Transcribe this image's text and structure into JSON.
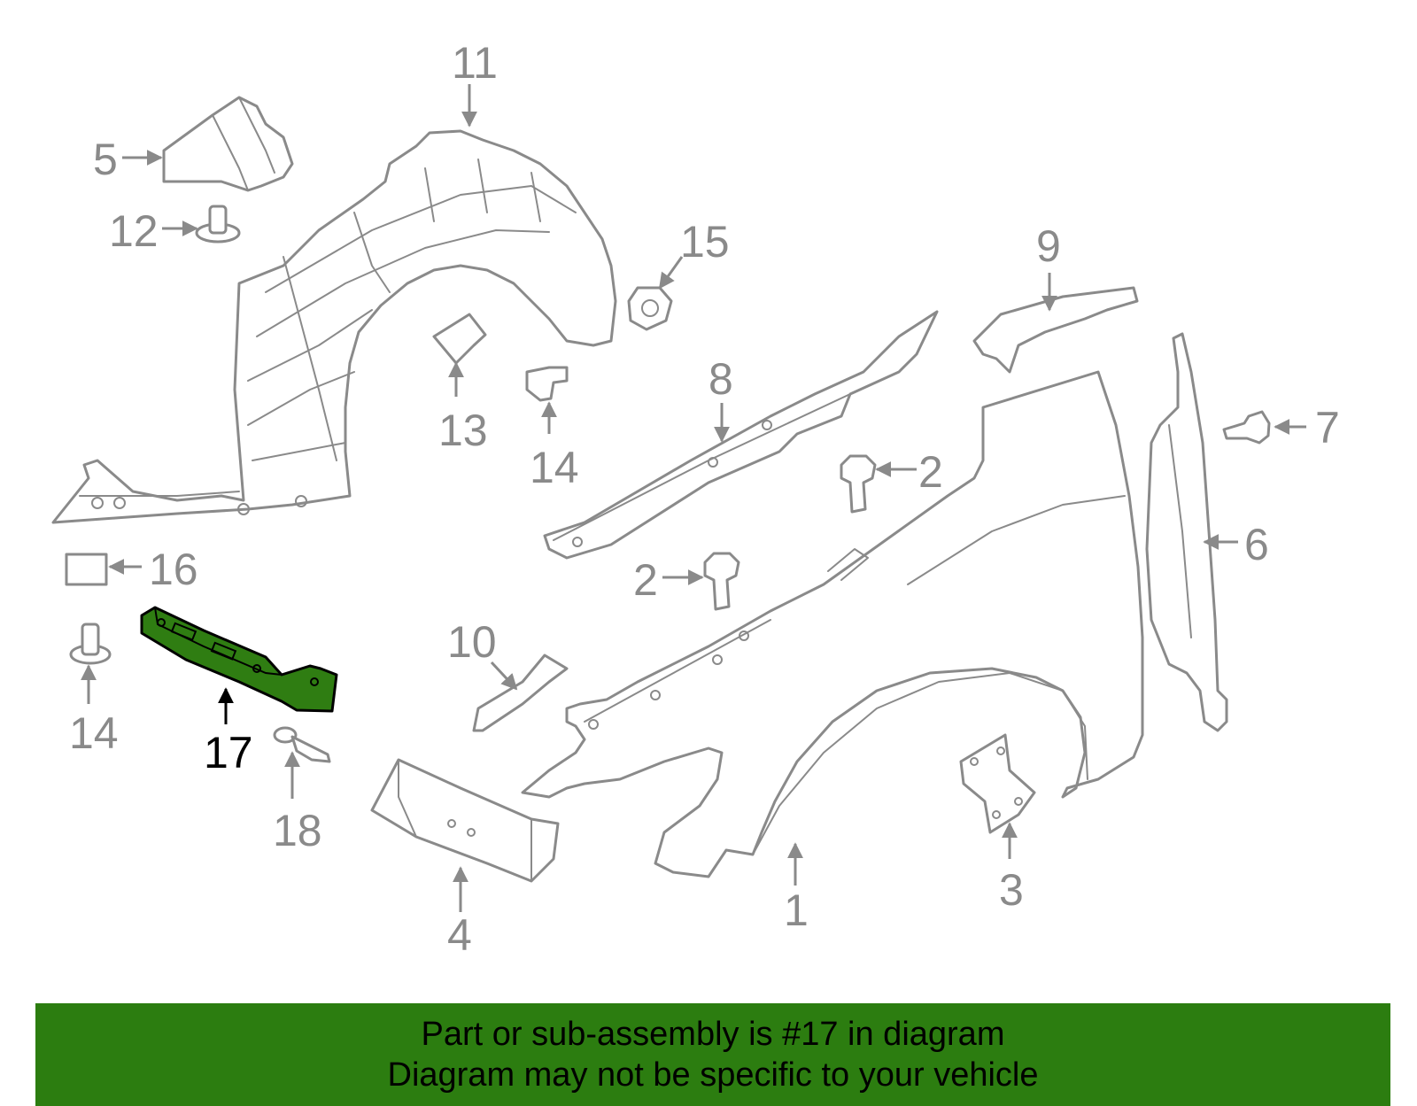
{
  "callouts": {
    "c1": "1",
    "c2a": "2",
    "c2b": "2",
    "c3": "3",
    "c4": "4",
    "c5": "5",
    "c6": "6",
    "c7": "7",
    "c8": "8",
    "c9": "9",
    "c10": "10",
    "c11": "11",
    "c12": "12",
    "c13": "13",
    "c14a": "14",
    "c14b": "14",
    "c15": "15",
    "c16": "16",
    "c17": "17",
    "c18": "18"
  },
  "highlight_color": "#2f7d12",
  "banner": {
    "line1": "Part or sub-assembly is #17 in diagram",
    "line2": "Diagram may not be specific to your vehicle",
    "color": "#2c7d10"
  }
}
